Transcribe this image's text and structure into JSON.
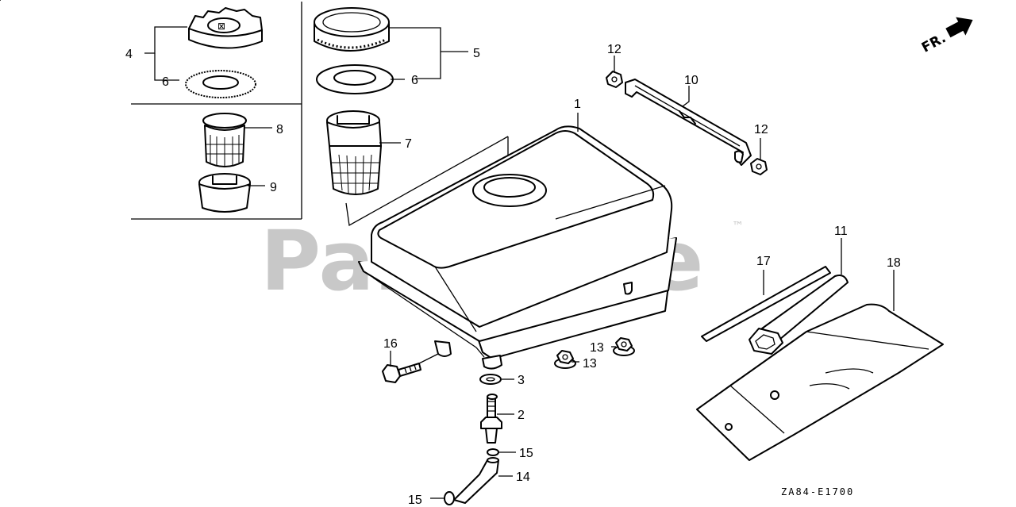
{
  "watermark": {
    "text": "PartsTree",
    "trademark": "™"
  },
  "direction_indicator": {
    "label": "FR."
  },
  "diagram_code": "ZA84-E1700",
  "callouts": {
    "c1": "1",
    "c2": "2",
    "c3": "3",
    "c4": "4",
    "c5": "5",
    "c6a": "6",
    "c6b": "6",
    "c7": "7",
    "c8": "8",
    "c9": "9",
    "c10": "10",
    "c11": "11",
    "c12a": "12",
    "c12b": "12",
    "c13a": "13",
    "c13b": "13",
    "c14": "14",
    "c15a": "15",
    "c15b": "15",
    "c16": "16",
    "c17": "17",
    "c18": "18"
  }
}
